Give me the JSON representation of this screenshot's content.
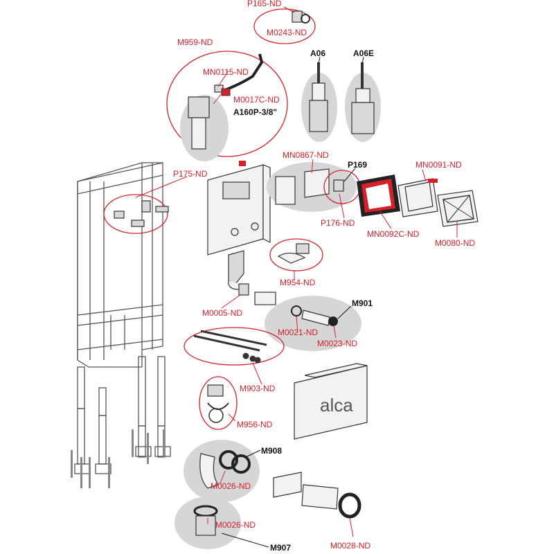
{
  "brand": "alca",
  "labels": {
    "p165": "P165-ND",
    "m0243": "M0243-ND",
    "m959": "M959-ND",
    "mn0115": "MN0115-ND",
    "m0017c": "M0017C-ND",
    "a160p": "A160P-3/8\"",
    "a06": "A06",
    "a06e": "A06E",
    "p175": "P175-ND",
    "mn0867": "MN0867-ND",
    "p169": "P169",
    "mn0091": "MN0091-ND",
    "p176": "P176-ND",
    "mn0092c": "MN0092C-ND",
    "m0080": "M0080-ND",
    "m954": "M954-ND",
    "m0005": "M0005-ND",
    "m901": "M901",
    "m0021": "M0021-ND",
    "m0023": "M0023-ND",
    "m903": "M903-ND",
    "m956": "M956-ND",
    "m908": "M908",
    "m0026a": "M0026-ND",
    "m0026b": "M0026-ND",
    "m907": "M907",
    "m0028": "M0028-ND"
  },
  "colors": {
    "callout": "#d4202a",
    "group_bg": "#d6d6d6",
    "line": "#333333"
  }
}
